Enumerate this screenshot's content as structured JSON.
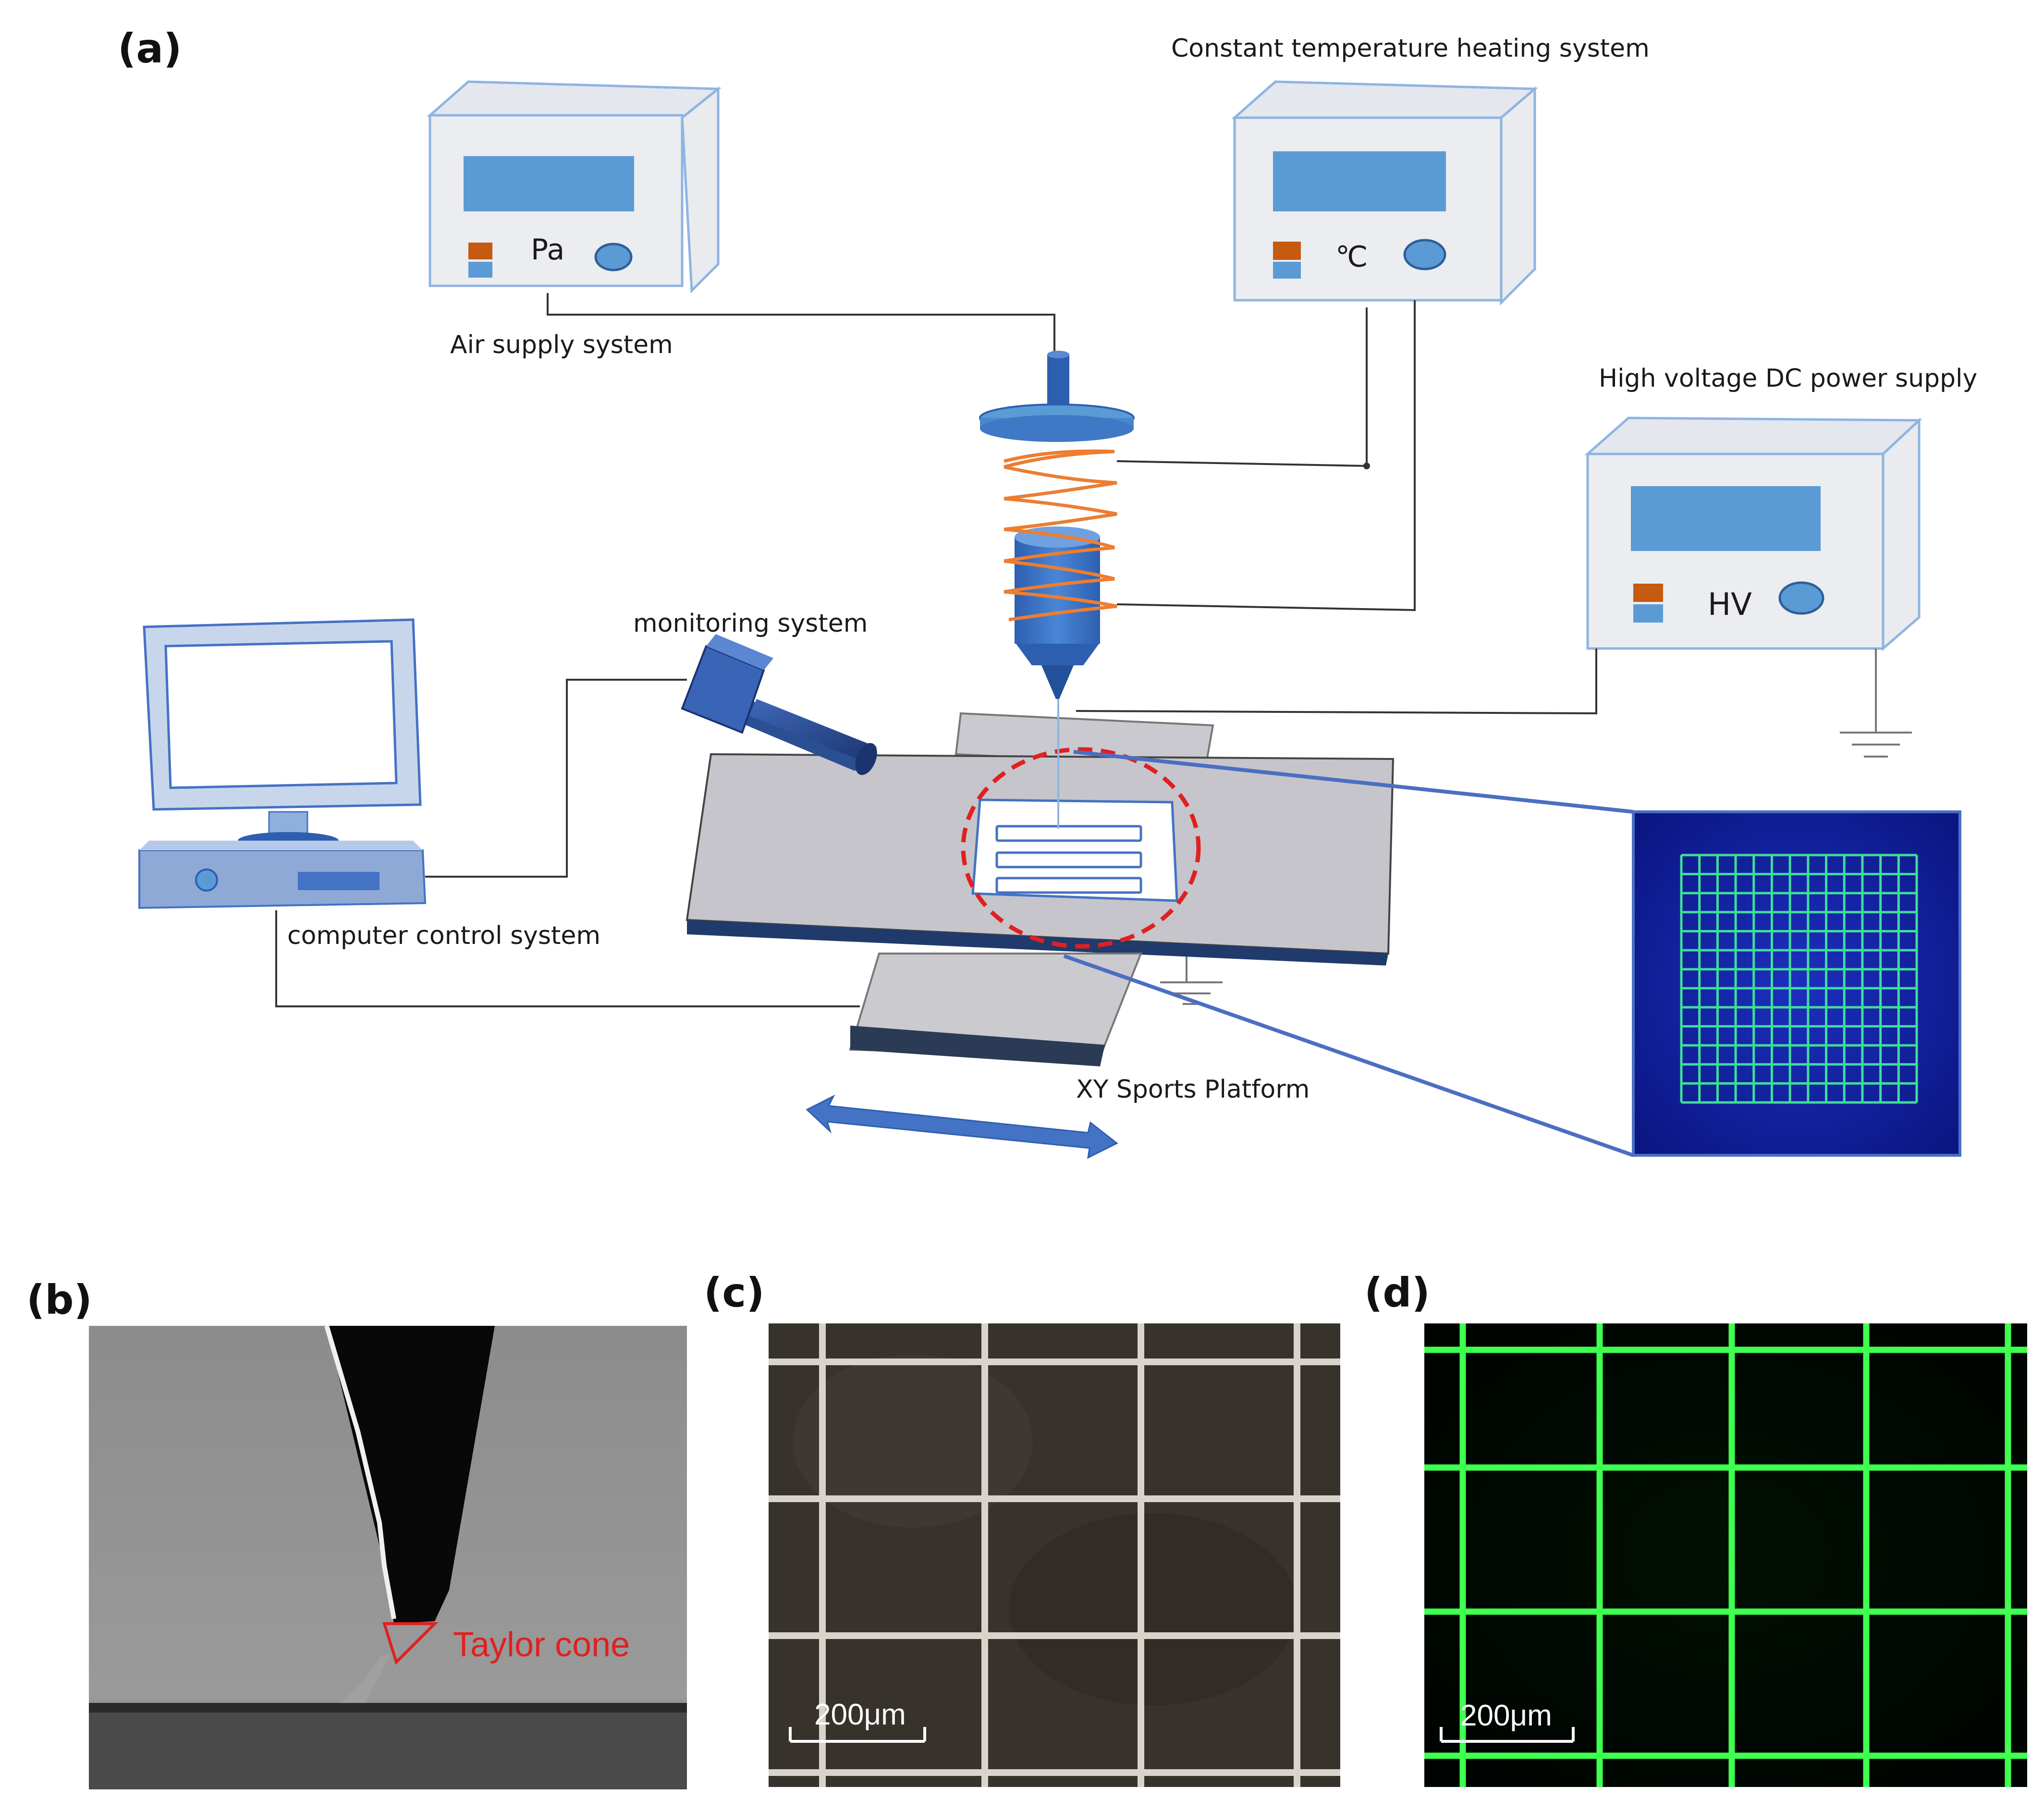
{
  "panels": {
    "a": "(a)",
    "b": "(b)",
    "c": "(c)",
    "d": "(d)"
  },
  "labels": {
    "constant_temperature": "Constant temperature heating system",
    "air_supply": "Air supply system",
    "high_voltage": "High voltage DC power supply",
    "monitoring": "monitoring system",
    "computer": "computer control system",
    "xy_platform": "XY Sports Platform",
    "taylor_cone": "Taylor cone",
    "scale_c": "200μm",
    "scale_d": "200μm"
  },
  "devices": {
    "air_unit": "Pa",
    "temp_unit": "℃",
    "hv_unit": "HV"
  },
  "colors": {
    "device_screen": "#5b9bd5",
    "orange_indicator": "#c55a11",
    "nozzle_blue": "#4472c4",
    "heating_coil": "#ed7d31",
    "stage_gray": "#c9c9cf",
    "stage_edge": "#1f3a6b",
    "highlight_circle": "#e02020",
    "zoom_lines": "#4a6fc2",
    "fluorescent_grid": "#3fff4f",
    "taylor_cone_marker": "#e02020"
  }
}
